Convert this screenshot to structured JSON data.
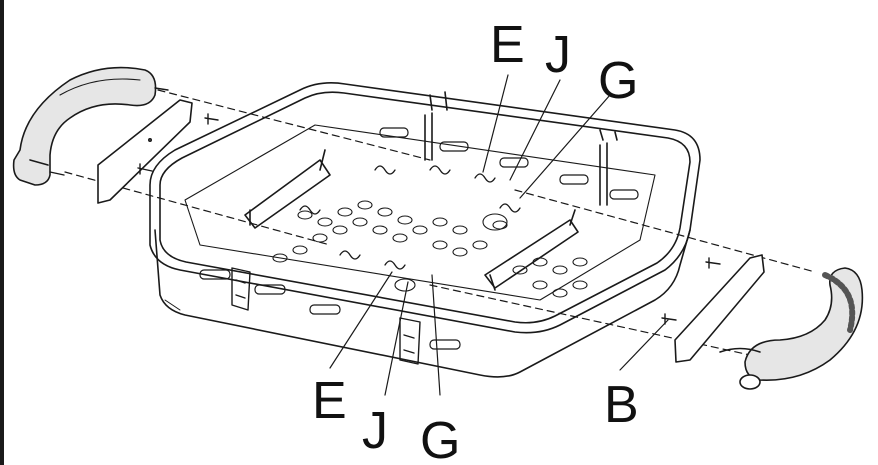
{
  "figure": {
    "labels_top": [
      "E",
      "J",
      "G"
    ],
    "labels_bottom": [
      "E",
      "J",
      "G"
    ],
    "label_right": "B"
  },
  "colors": {
    "line": "#1a1a1a",
    "handle_fill": "#e6e6e6",
    "handle_dark": "#555555",
    "background": "#ffffff"
  }
}
